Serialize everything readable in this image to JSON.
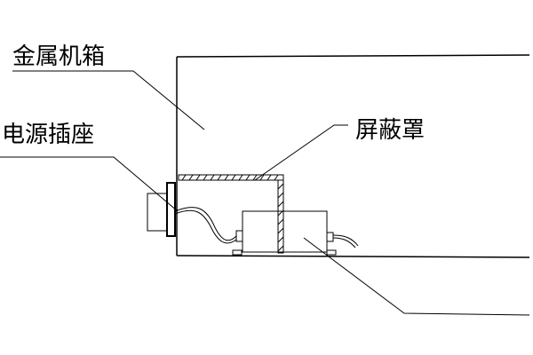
{
  "labels": {
    "metal_case": "金属机箱",
    "power_socket": "电源插座",
    "shield": "屏蔽罩"
  },
  "colors": {
    "line": "#000000",
    "background": "#ffffff"
  }
}
